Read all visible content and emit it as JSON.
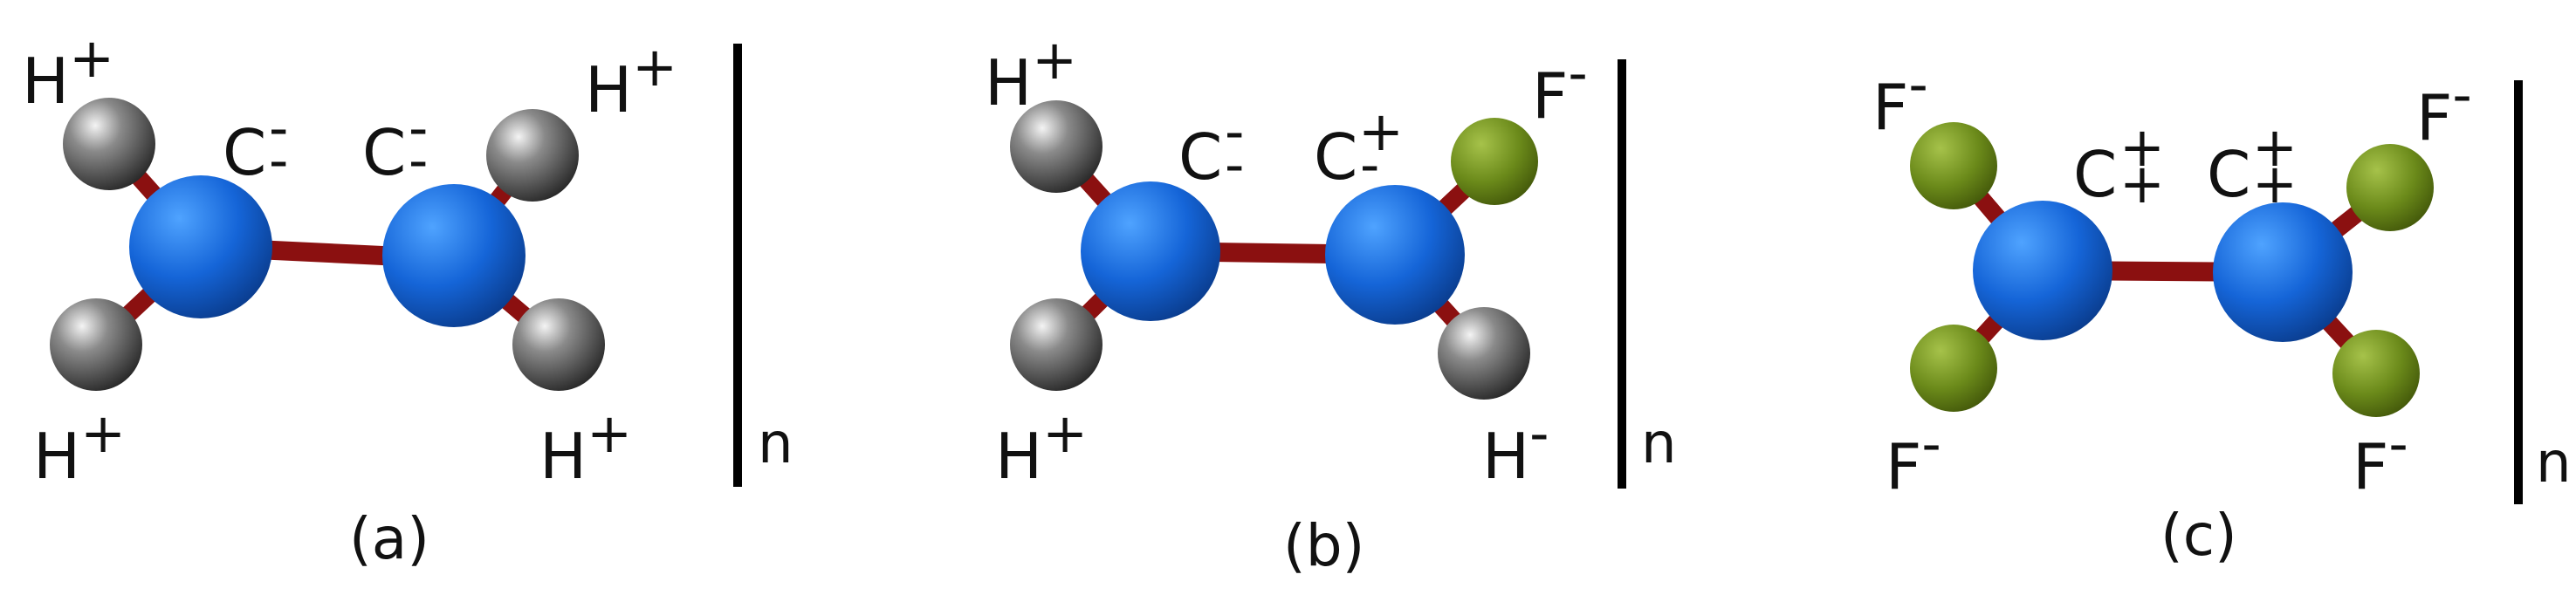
{
  "panels": [
    {
      "label": "(a)",
      "repeat_symbol": "n",
      "carbons": [
        {
          "element": "C",
          "charges": [
            "-",
            "-"
          ]
        },
        {
          "element": "C",
          "charges": [
            "-",
            "-"
          ]
        }
      ],
      "substituents": [
        {
          "element": "H",
          "charge": "+",
          "kind": "hydrogen"
        },
        {
          "element": "H",
          "charge": "+",
          "kind": "hydrogen"
        },
        {
          "element": "H",
          "charge": "+",
          "kind": "hydrogen"
        },
        {
          "element": "H",
          "charge": "+",
          "kind": "hydrogen"
        }
      ]
    },
    {
      "label": "(b)",
      "repeat_symbol": "n",
      "carbons": [
        {
          "element": "C",
          "charges": [
            "-",
            "-"
          ]
        },
        {
          "element": "C",
          "charges": [
            "+",
            "-"
          ]
        }
      ],
      "substituents": [
        {
          "element": "H",
          "charge": "+",
          "kind": "hydrogen"
        },
        {
          "element": "H",
          "charge": "+",
          "kind": "hydrogen"
        },
        {
          "element": "F",
          "charge": "-",
          "kind": "fluorine"
        },
        {
          "element": "H",
          "charge": "-",
          "kind": "hydrogen"
        }
      ]
    },
    {
      "label": "(c)",
      "repeat_symbol": "n",
      "carbons": [
        {
          "element": "C",
          "charges": [
            "+",
            "+"
          ]
        },
        {
          "element": "C",
          "charges": [
            "+",
            "+"
          ]
        }
      ],
      "substituents": [
        {
          "element": "F",
          "charge": "-",
          "kind": "fluorine"
        },
        {
          "element": "F",
          "charge": "-",
          "kind": "fluorine"
        },
        {
          "element": "F",
          "charge": "-",
          "kind": "fluorine"
        },
        {
          "element": "F",
          "charge": "-",
          "kind": "fluorine"
        }
      ]
    }
  ],
  "colors": {
    "carbon": "#1463d6",
    "bond": "#8b1010",
    "hydrogen": "#5a5a5a",
    "fluorine": "#6b8a1a",
    "text": "#111111",
    "background": "#ffffff"
  }
}
